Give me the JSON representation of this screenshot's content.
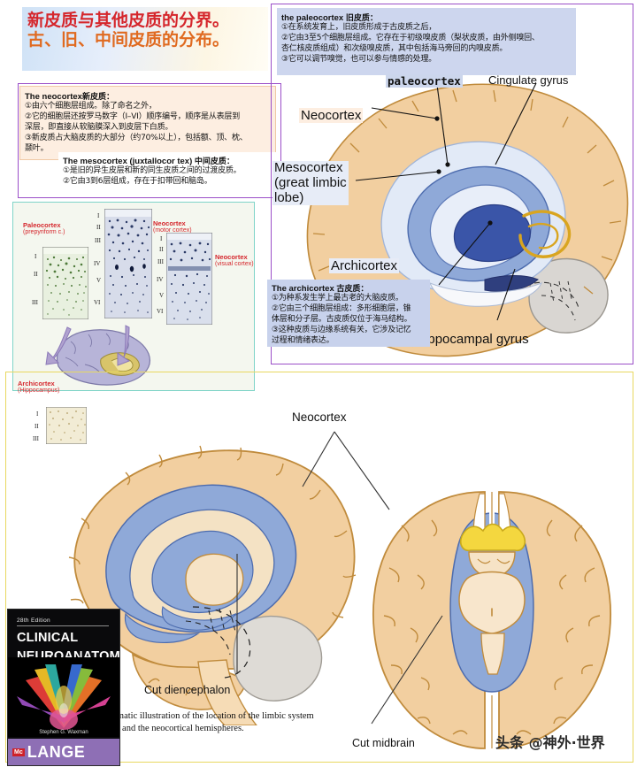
{
  "title": {
    "line1": "新皮质与其他皮质的分界。",
    "line2": "古、旧、中间皮质的分布。"
  },
  "boxes": {
    "neocortex": {
      "head_en": "The neocortex",
      "head_cn": "新皮质：",
      "lines": [
        "①由六个细胞层组成。除了命名之外，",
        "②它的细胞层还按罗马数字（I–VI）顺序编号，顺序是从表层到",
        "深层，即直接从软脑膜深入到皮层下白质。",
        "③新皮质占大脑皮质的大部分（约70%以上），包括额、顶、枕、",
        "颞叶。"
      ]
    },
    "mesocortex": {
      "head_en": "The mesocortex (juxtallocor tex)",
      "head_cn": "中间皮质：",
      "lines": [
        "①是旧的异生皮层和新的同生皮质之间的过渡皮质。",
        "②它由3到6层组成，存在于扣带回和脑岛。"
      ]
    },
    "paleocortex": {
      "head_en": "the paleocortex",
      "head_cn": "旧皮质：",
      "lines": [
        "①在系统发育上，旧皮质形成于古皮质之后，",
        "②它由3至5个细胞层组成。它存在于初级嗅皮质（梨状皮质，由外侧嗅回、",
        "杏仁核皮质组成）和次级嗅皮质，其中包括海马旁回的内嗅皮质。",
        "③它可以调节嗅觉，也可以参与情感的处理。"
      ]
    },
    "archicortex": {
      "head_en": "The archicortex",
      "head_cn": "古皮质：",
      "lines": [
        "①为种系发生学上最古老的大脑皮质。",
        "②它由三个细胞层组成：多形细胞层，锥",
        "体层和分子层。古皮质仅位于海马结构。",
        "③这种皮质与边缘系统有关，它涉及记忆",
        "过程和情绪表达。"
      ]
    }
  },
  "histology": {
    "columns": [
      {
        "name": "Paleocortex",
        "sub": "(prepyriform c.)",
        "layers": [
          "I",
          "II",
          "III"
        ]
      },
      {
        "name": "Neocortex",
        "sub": "(motor cortex)",
        "layers": [
          "I",
          "II",
          "III",
          "IV",
          "V",
          "VI"
        ]
      },
      {
        "name": "Neocortex",
        "sub": "(visual cortex)",
        "layers": [
          "I",
          "II",
          "III",
          "IV",
          "V",
          "VI"
        ]
      },
      {
        "name": "Archicortex",
        "sub": "(Hippocampus)",
        "layers": [
          "I",
          "II",
          "III"
        ]
      }
    ]
  },
  "diagram_labels": {
    "paleocortex": "paleocortex",
    "cingulate_gyrus": "Cingulate gyrus",
    "neocortex": "Neocortex",
    "mesocortex_l1": "Mesocortex",
    "mesocortex_l2": "(great limbic",
    "mesocortex_l3": "lobe)",
    "archicortex": "Archicortex",
    "parahippocampal_gyrus": "Parahippocampal gyrus",
    "neocortex_bottom": "Neocortex",
    "cut_diencephalon": "Cut diencephalon",
    "cut_midbrain": "Cut midbrain"
  },
  "caption": {
    "line1": "hematic illustration of the location of the limbic system",
    "line2": "lon and the neocortical hemispheres."
  },
  "book": {
    "edition": "28th Edition",
    "title_l1": "CLINICAL",
    "title_l2": "NEUROANATOMY",
    "author": "Stephen G. Waxman",
    "imprint_mark": "Mc",
    "imprint": "LANGE"
  },
  "watermark": "头条 @神外·世界",
  "colors": {
    "title_red": "#d5262c",
    "title_orange": "#e06a20",
    "frame_purple": "#9b4fc8",
    "frame_yellow": "#e8d860",
    "frame_teal": "#7fd4c8",
    "cortex_tan": "#f2cfa0",
    "limbic_blue": "#8fa9d8",
    "deep_blue": "#3a55a8",
    "hippo_yellow": "#f4d73f",
    "info_blue_bg": "#cdd6ee"
  }
}
